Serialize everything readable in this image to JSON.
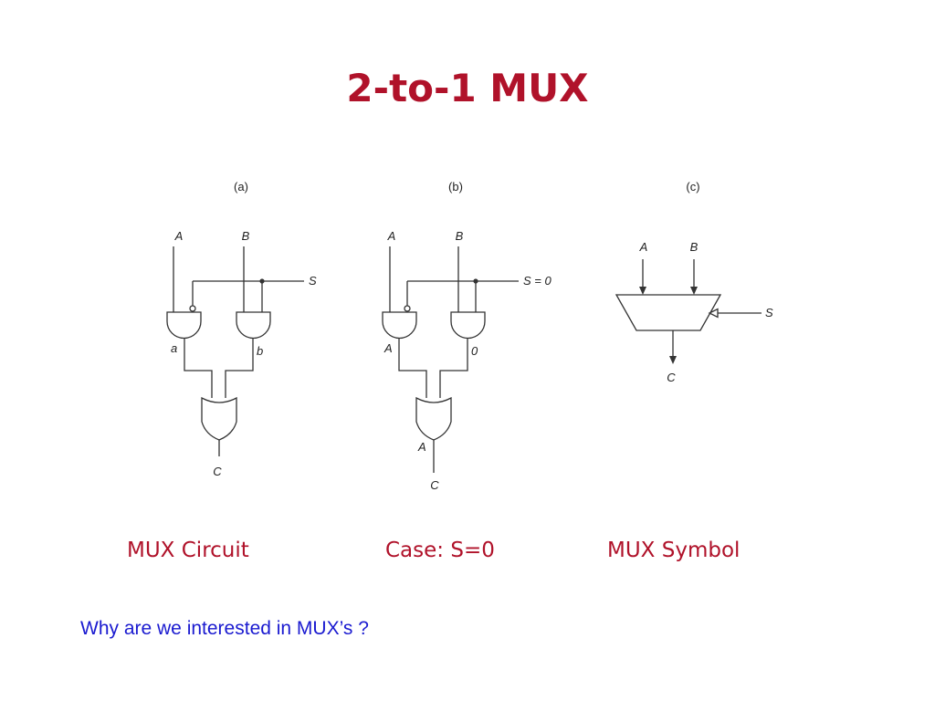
{
  "slide": {
    "title": "2-to-1 MUX",
    "question": "Why are we interested in MUX’s ?"
  },
  "diagram": {
    "panels": [
      {
        "tag": "(a)",
        "caption": "MUX Circuit",
        "labels": {
          "in_a": "A",
          "in_b": "B",
          "select": "S",
          "and_a_out": "a",
          "and_b_out": "b",
          "output": "C"
        }
      },
      {
        "tag": "(b)",
        "caption": "Case: S=0",
        "labels": {
          "in_a": "A",
          "in_b": "B",
          "select": "S = 0",
          "and_a_out": "A",
          "and_b_out": "0",
          "or_out": "A",
          "output": "C"
        }
      },
      {
        "tag": "(c)",
        "caption": "MUX Symbol",
        "labels": {
          "in_a": "A",
          "in_b": "B",
          "select": "S",
          "output": "C"
        }
      }
    ]
  }
}
